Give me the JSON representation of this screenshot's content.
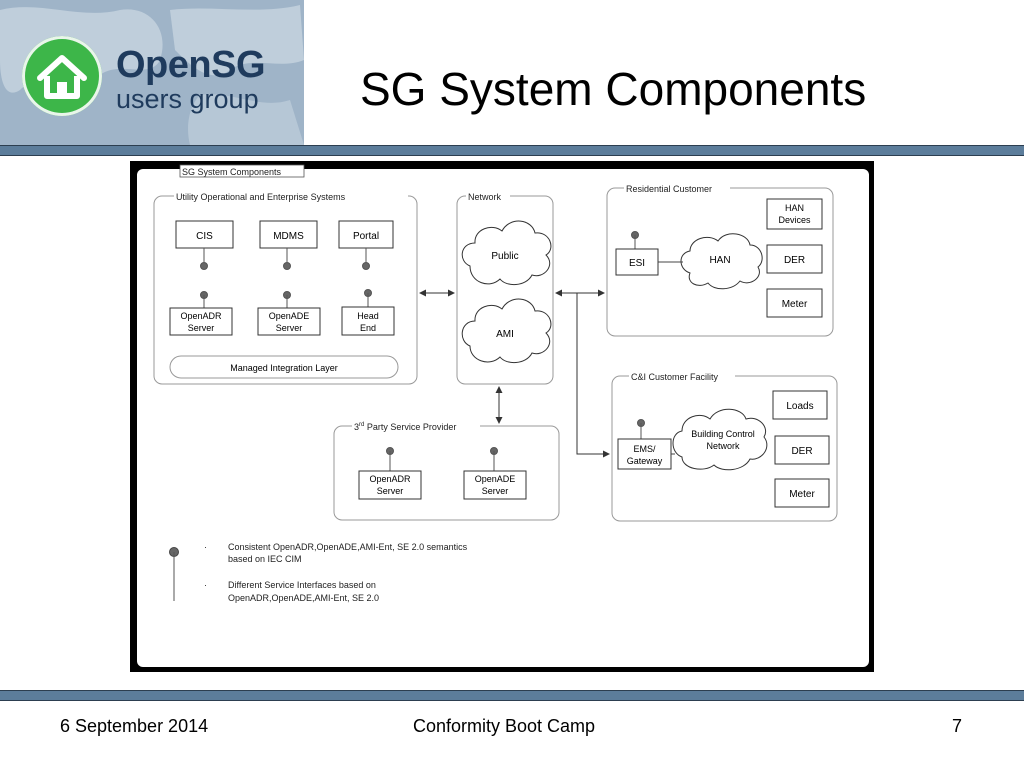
{
  "header": {
    "logo_name": "OpenSG",
    "logo_sub": "users group",
    "title": "SG System Components"
  },
  "footer": {
    "date": "6 September 2014",
    "event": "Conformity Boot Camp",
    "page": "7"
  },
  "diagram": {
    "frame_title": "SG System Components",
    "utility": {
      "label": "Utility Operational and Enterprise Systems",
      "cis": "CIS",
      "mdms": "MDMS",
      "portal": "Portal",
      "openadr_server": [
        "OpenADR",
        "Server"
      ],
      "openade_server": [
        "OpenADE",
        "Server"
      ],
      "head_end": [
        "Head",
        "End"
      ],
      "integration_layer": "Managed Integration Layer"
    },
    "network": {
      "label": "Network",
      "public": "Public",
      "ami": "AMI"
    },
    "residential": {
      "label": "Residential Customer",
      "han_devices": [
        "HAN",
        "Devices"
      ],
      "esi": "ESI",
      "han": "HAN",
      "der": "DER",
      "meter": "Meter"
    },
    "ci": {
      "label": "C&I Customer Facility",
      "loads": "Loads",
      "ems": [
        "EMS/",
        "Gateway"
      ],
      "bcn": [
        "Building Control",
        "Network"
      ],
      "der": "DER",
      "meter": "Meter"
    },
    "third_party": {
      "label_prefix": "3",
      "label_sup": "rd",
      "label_rest": " Party Service Provider",
      "openadr_server": [
        "OpenADR",
        "Server"
      ],
      "openade_server": [
        "OpenADE",
        "Server"
      ]
    },
    "legend": {
      "items": [
        [
          "Consistent OpenADR,OpenADE,AMI-Ent, SE 2.0 semantics",
          "based on IEC CIM"
        ],
        [
          "Different Service Interfaces based on",
          "OpenADR,OpenADE,AMI-Ent, SE 2.0"
        ]
      ]
    }
  }
}
